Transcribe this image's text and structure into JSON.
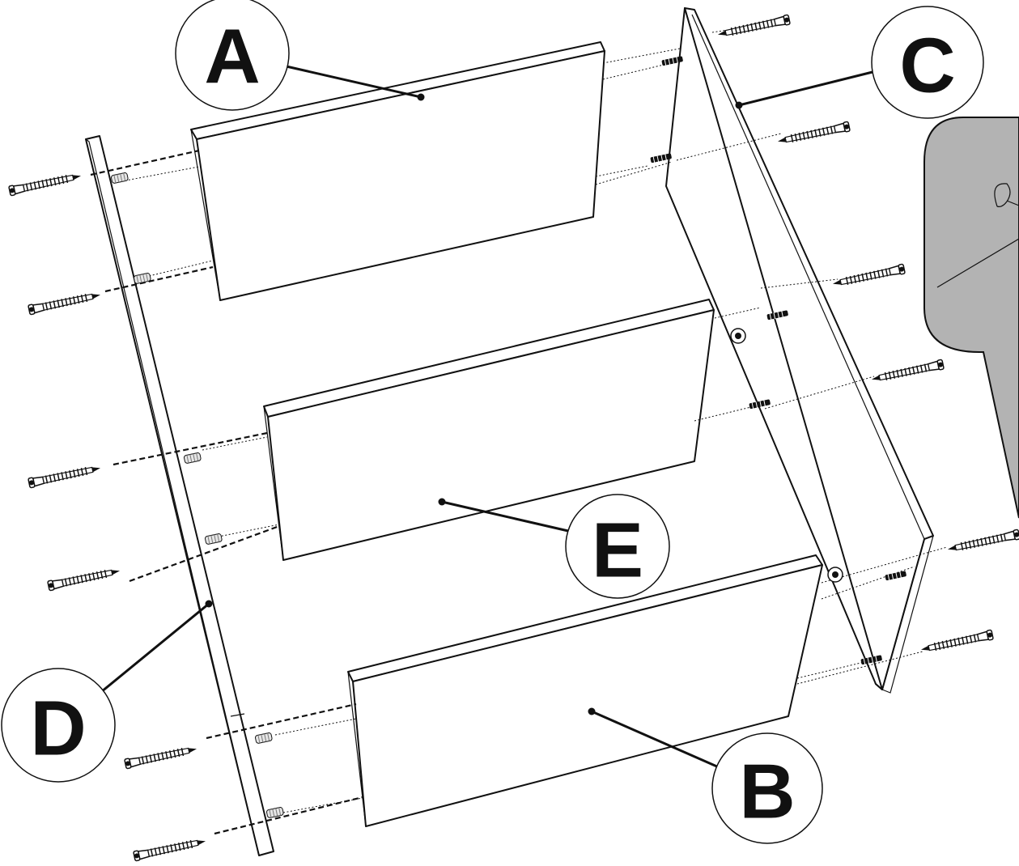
{
  "labels": {
    "a": "A",
    "b": "B",
    "c": "C",
    "d": "D",
    "e": "E"
  },
  "colors": {
    "line": "#111111",
    "panel_fill": "#ffffff",
    "detail_background": "#b3b3b3"
  },
  "icons": [
    "screw-icon",
    "dowel-icon",
    "cam-lock-icon"
  ]
}
